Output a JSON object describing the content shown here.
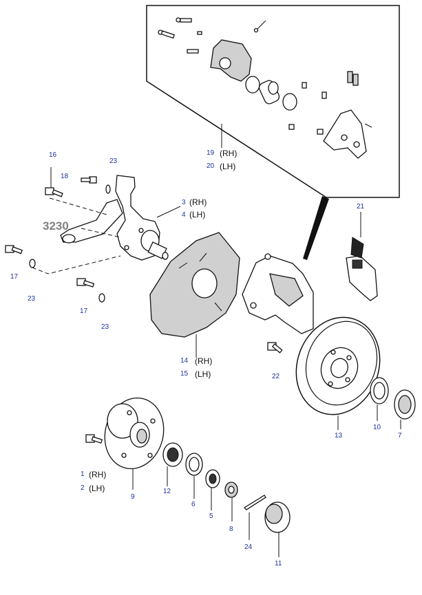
{
  "group_number": "3230",
  "callouts": {
    "c1": "1",
    "c2": "2",
    "c3": "3",
    "c4": "4",
    "c5": "5",
    "c6": "6",
    "c7": "7",
    "c8": "8",
    "c9": "9",
    "c10": "10",
    "c11": "11",
    "c12": "12",
    "c13": "13",
    "c14": "14",
    "c15": "15",
    "c16": "16",
    "c17a": "17",
    "c17b": "17",
    "c18": "18",
    "c19": "19",
    "c20": "20",
    "c21": "21",
    "c22": "22",
    "c23a": "23",
    "c23b": "23",
    "c23c": "23",
    "c24": "24"
  },
  "side_labels": {
    "rh": "(RH)",
    "lh": "(LH)"
  },
  "colors": {
    "callout_number": "#1a2fa0",
    "label_text": "#111111",
    "group_number": "#808080",
    "line": "#111111"
  }
}
